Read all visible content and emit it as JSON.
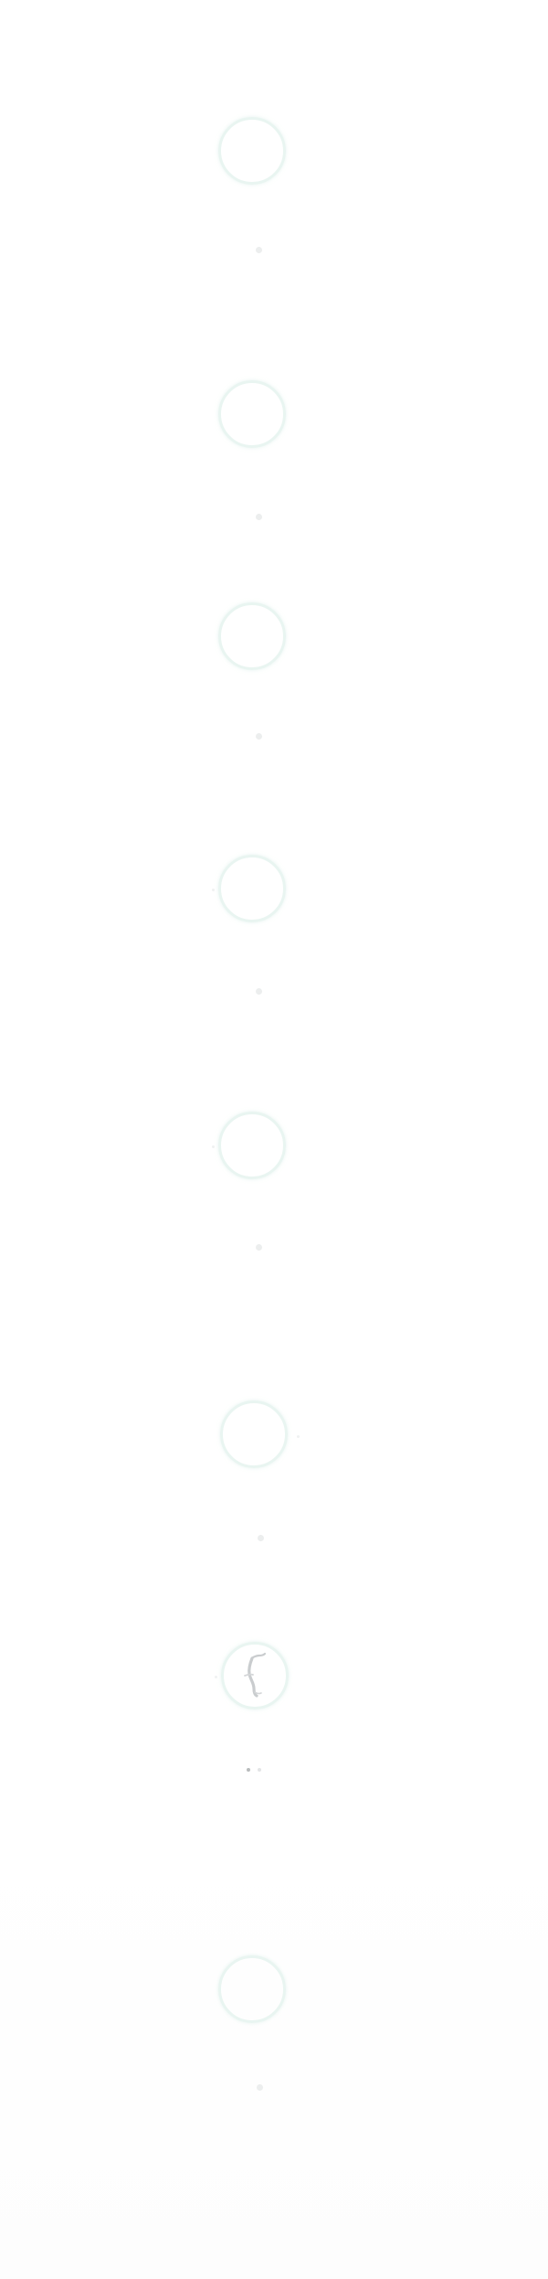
{
  "accent_ring_color": "#e9f5f1",
  "marker_color": "#eceeee",
  "icon_stroke_color": "#c9ccce",
  "loading_items": [
    {
      "state": "empty",
      "icon": "empty-ring-icon"
    },
    {
      "state": "empty",
      "icon": "empty-ring-icon"
    },
    {
      "state": "empty",
      "icon": "empty-ring-icon"
    },
    {
      "state": "empty",
      "icon": "empty-ring-icon"
    },
    {
      "state": "empty",
      "icon": "empty-ring-icon"
    },
    {
      "state": "empty",
      "icon": "empty-ring-icon"
    },
    {
      "state": "glyph",
      "icon": "script-glyph-icon"
    },
    {
      "state": "empty",
      "icon": "empty-ring-icon"
    }
  ]
}
